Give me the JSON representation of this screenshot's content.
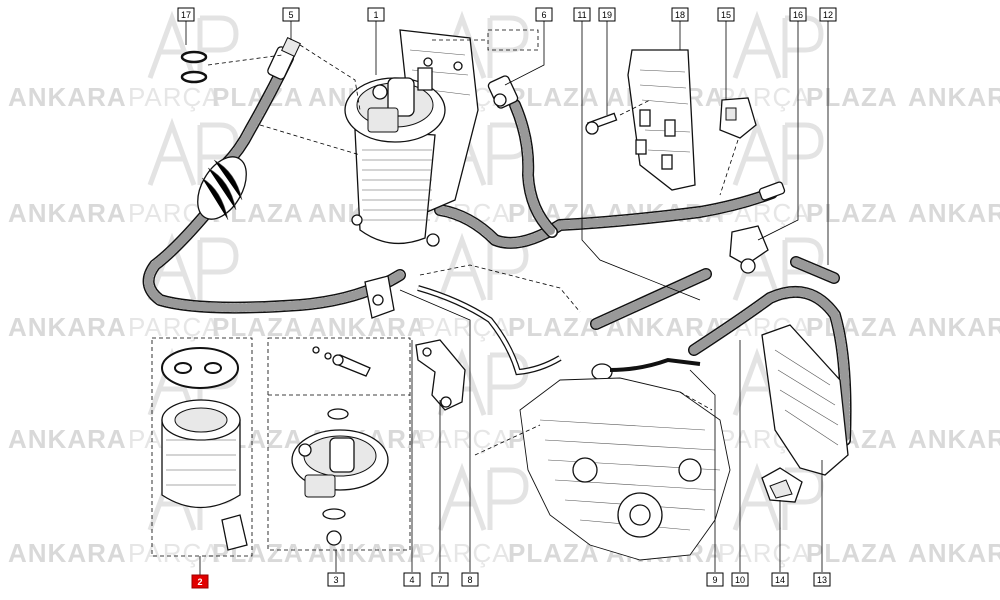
{
  "watermark": {
    "brand_primary": "ANKARA",
    "brand_secondary": "PARÇA",
    "brand_tertiary": "PLAZA",
    "logo_icon": "ap-logo-icon"
  },
  "callouts": [
    {
      "label": "17"
    },
    {
      "label": "5"
    },
    {
      "label": "1"
    },
    {
      "label": "6"
    },
    {
      "label": "11"
    },
    {
      "label": "19"
    },
    {
      "label": "18"
    },
    {
      "label": "15"
    },
    {
      "label": "16"
    },
    {
      "label": "12"
    },
    {
      "label": "2"
    },
    {
      "label": "3"
    },
    {
      "label": "4"
    },
    {
      "label": "7"
    },
    {
      "label": "8"
    },
    {
      "label": "9"
    },
    {
      "label": "10"
    },
    {
      "label": "14"
    },
    {
      "label": "13"
    }
  ],
  "colors": {
    "highlight": "#e10000",
    "line": "#000000",
    "watermark": "#d9d9d9"
  },
  "highlighted_callout": "2"
}
